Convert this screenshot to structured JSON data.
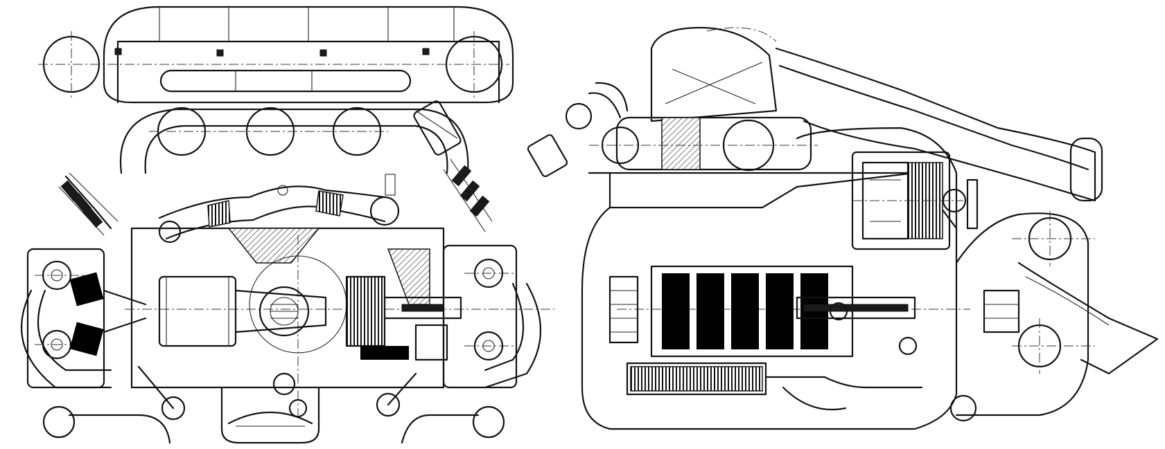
{
  "figure": {
    "views": [
      {
        "id": "front-section",
        "kind": "transverse cross-section"
      },
      {
        "id": "side-section",
        "kind": "longitudinal cross-section"
      }
    ],
    "colors": {
      "ink": "#111111",
      "paper": "#ffffff"
    }
  }
}
